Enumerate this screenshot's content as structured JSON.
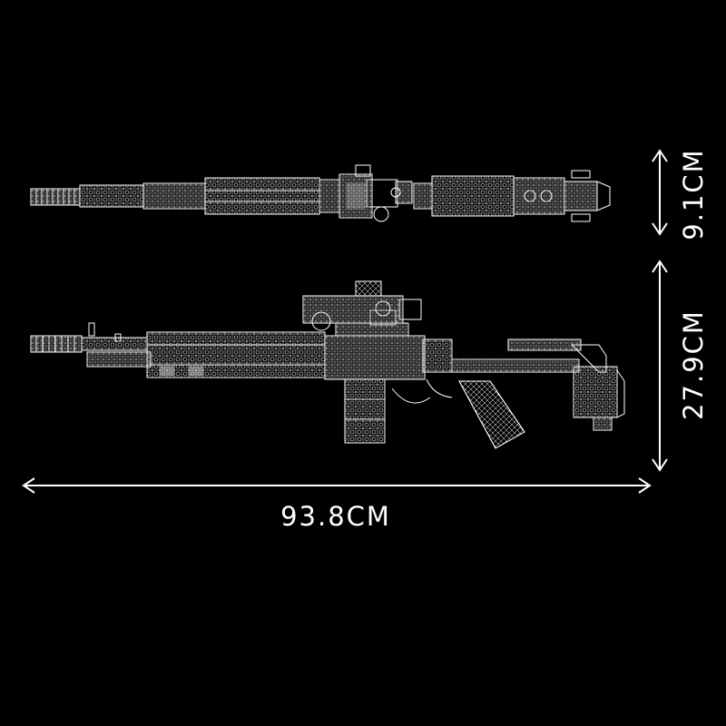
{
  "colors": {
    "background": "#000000",
    "line": "#ffffff",
    "label": "#ffffff"
  },
  "dimensions": {
    "length_label": "93.8CM",
    "top_view_width_label": "9.1CM",
    "side_view_height_label": "27.9CM"
  },
  "views": [
    {
      "id": "top-view",
      "orientation": "top"
    },
    {
      "id": "side-view",
      "orientation": "side"
    }
  ]
}
